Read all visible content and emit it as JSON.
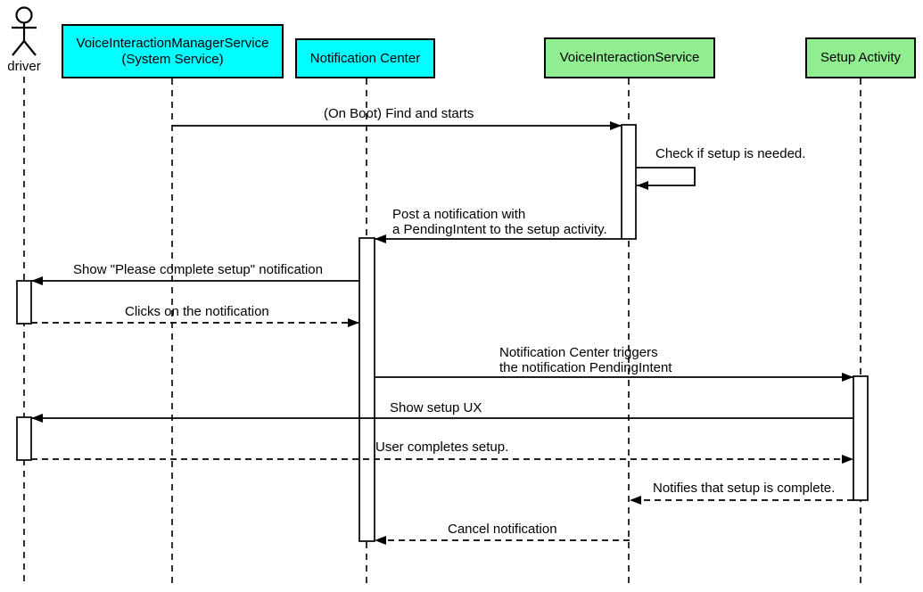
{
  "diagram": {
    "type": "uml-sequence-diagram",
    "colors": {
      "system_service_fill": "#00ffff",
      "app_component_fill": "#90ee90",
      "stroke": "#000000",
      "background": "#ffffff"
    },
    "participants": [
      {
        "id": "driver",
        "label": "driver",
        "kind": "actor"
      },
      {
        "id": "vims",
        "label": "VoiceInteractionManagerService\n(System Service)",
        "kind": "box",
        "fill": "#00ffff"
      },
      {
        "id": "nc",
        "label": "Notification Center",
        "kind": "box",
        "fill": "#00ffff"
      },
      {
        "id": "vis",
        "label": "VoiceInteractionService",
        "kind": "box",
        "fill": "#90ee90"
      },
      {
        "id": "sa",
        "label": "Setup Activity",
        "kind": "box",
        "fill": "#90ee90"
      }
    ],
    "messages": [
      {
        "label": "(On Boot) Find and starts",
        "from": "vims",
        "to": "vis",
        "line": "solid"
      },
      {
        "label": "Check if setup is needed.",
        "from": "vis",
        "to": "vis",
        "line": "solid",
        "self": true
      },
      {
        "label": "Post a notification with\na PendingIntent to the setup activity.",
        "from": "vis",
        "to": "nc",
        "line": "solid"
      },
      {
        "label": "Show \"Please complete setup\" notification",
        "from": "nc",
        "to": "driver",
        "line": "solid"
      },
      {
        "label": "Clicks on the notification",
        "from": "driver",
        "to": "nc",
        "line": "dashed"
      },
      {
        "label": "Notification Center triggers\nthe notification PendingIntent",
        "from": "nc",
        "to": "sa",
        "line": "solid"
      },
      {
        "label": "Show setup UX",
        "from": "sa",
        "to": "driver",
        "line": "solid"
      },
      {
        "label": "User completes setup.",
        "from": "driver",
        "to": "sa",
        "line": "dashed"
      },
      {
        "label": "Notifies that setup is complete.",
        "from": "sa",
        "to": "vis",
        "line": "dashed"
      },
      {
        "label": "Cancel notification",
        "from": "vis",
        "to": "nc",
        "line": "dashed"
      }
    ]
  }
}
